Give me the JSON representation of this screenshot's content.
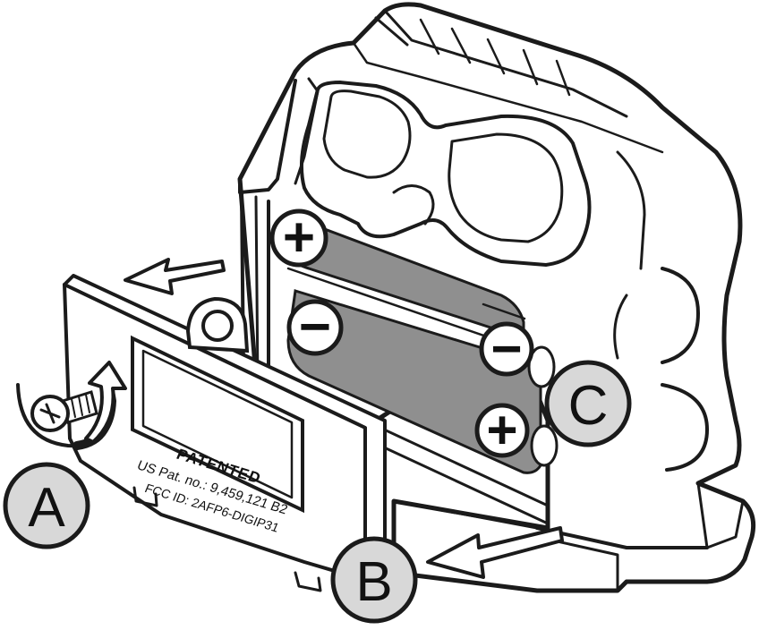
{
  "labels": {
    "a": "A",
    "b": "B",
    "c": "C"
  },
  "plate": {
    "line1": "PATENTED",
    "line2": "US Pat. no.: 9,459,121 B2",
    "line3": "FCC ID: 2AFP6-DIGIP31"
  },
  "terminals": {
    "top_left": "+",
    "mid_left": "−",
    "mid_right": "−",
    "bottom_right": "+"
  },
  "colors": {
    "battery": "#8f8f8f",
    "callout_fill": "#d8d8d8",
    "ink": "#1b1b1b"
  },
  "icons": [
    "screw-icon",
    "rotate-arrow-icon",
    "remove-arrow-icon",
    "plus-icon",
    "minus-icon"
  ]
}
